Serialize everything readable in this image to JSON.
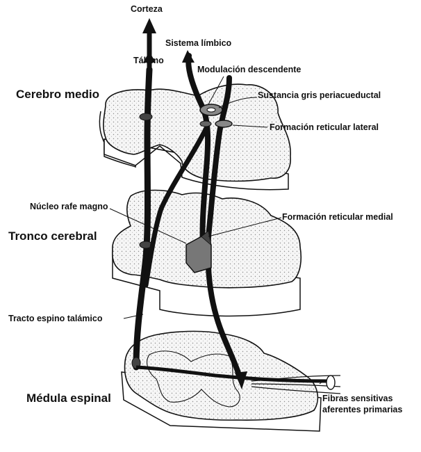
{
  "labels": {
    "corteza": "Corteza",
    "sistema_limbico": "Sistema límbico",
    "talamo": "Tálamo",
    "modulacion_descendente": "Modulación descendente",
    "cerebro_medio": "Cerebro medio",
    "sustancia_gris": "Sustancia gris periacueductal",
    "formacion_reticular_lateral": "Formación reticular lateral",
    "nucleo_rafe_magno": "Núcleo rafe magno",
    "formacion_reticular_medial": "Formación reticular medial",
    "tronco_cerebral": "Tronco cerebral",
    "tracto_espino_talamico": "Tracto espino talámico",
    "medula_espinal": "Médula espinal",
    "fibras_line1": "Fibras sensitivas",
    "fibras_line2": "aferentes primarias"
  },
  "colors": {
    "ink": "#111111",
    "fill": "#f4f4f4",
    "stipple": "#9a9a9a"
  }
}
